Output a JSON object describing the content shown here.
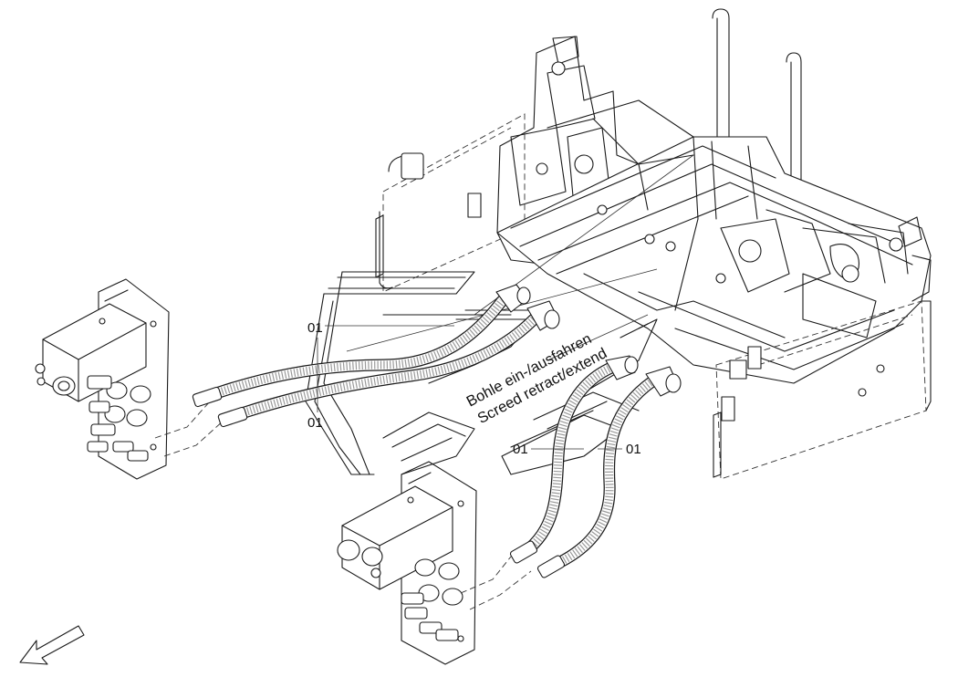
{
  "callouts": {
    "hose_a_top": "01",
    "hose_a_bottom": "01",
    "hose_b_left": "01",
    "hose_b_right": "01"
  },
  "caption": {
    "german": "Bohle ein-/ausfahren",
    "english": "Screed retract/extend"
  },
  "icons": {
    "direction_arrow": "arrow-down-left-icon"
  }
}
